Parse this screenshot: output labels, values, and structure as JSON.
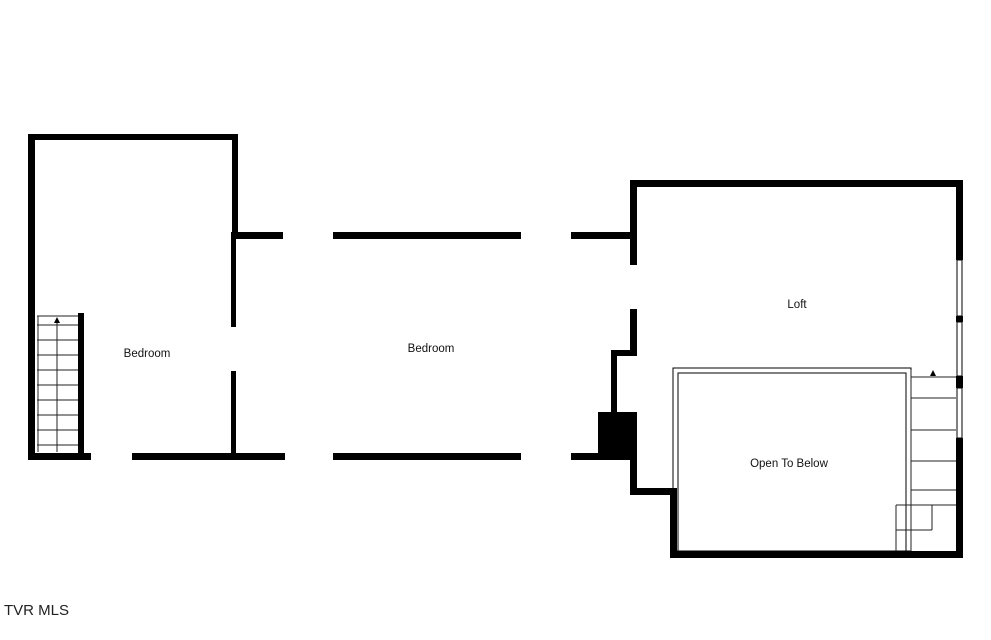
{
  "rooms": {
    "bedroom_left": "Bedroom",
    "bedroom_center": "Bedroom",
    "loft": "Loft",
    "open_to_below": "Open To Below"
  },
  "watermark": "TVR MLS"
}
